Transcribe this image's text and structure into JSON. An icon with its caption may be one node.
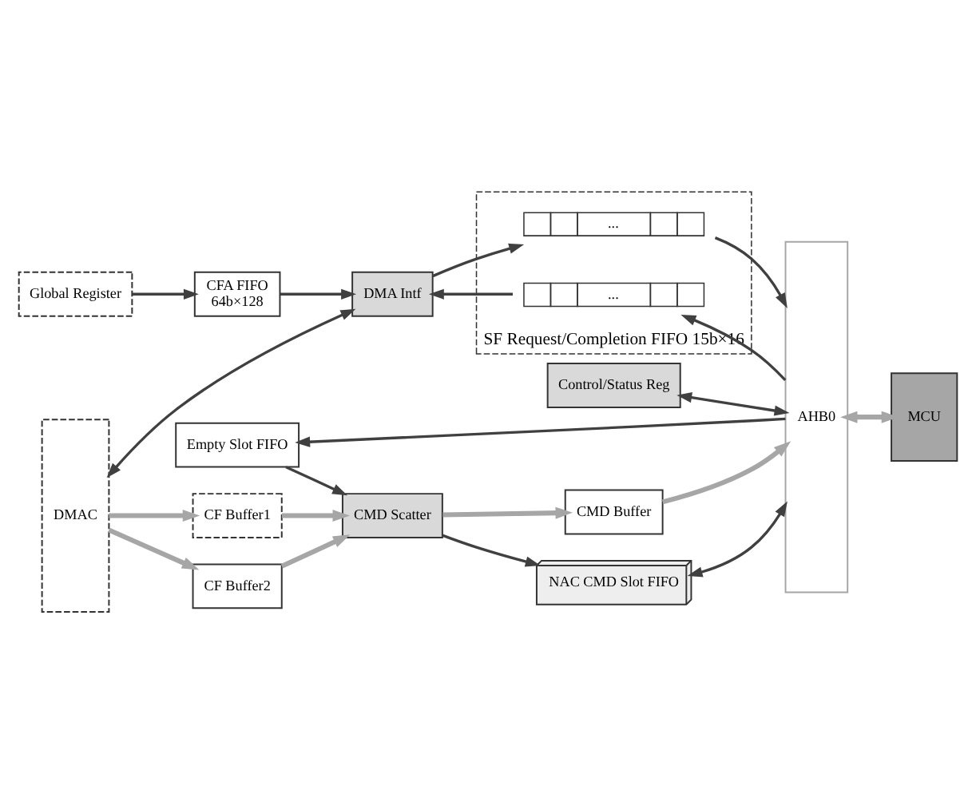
{
  "diagram": {
    "nodes": [
      {
        "text": [
          "Global Register"
        ]
      },
      {
        "text": [
          "CFA FIFO",
          "64b×128"
        ]
      },
      {
        "text": [
          "SF Request/Completion FIFO 15b×16"
        ]
      },
      {
        "text": [
          "..."
        ],
        "in": 2
      },
      {
        "text": [
          "..."
        ],
        "in": 2
      },
      {
        "text": [
          "Control/Status Reg"
        ]
      },
      {
        "text": [
          "DMAC"
        ]
      },
      {
        "text": [
          "DMA Intf"
        ]
      },
      {
        "text": [
          "Empty Slot FIFO"
        ]
      },
      {
        "text": [
          "AHB0"
        ]
      },
      {
        "text": [
          "CF Buffer1"
        ]
      },
      {
        "text": [
          "CF Buffer2"
        ]
      },
      {
        "text": [
          "CMD Scatter"
        ]
      },
      {
        "text": [
          "CMD Buffer"
        ]
      },
      {
        "text": [
          "MCU"
        ]
      },
      {
        "text": [
          "NAC CMD Slot FIFO"
        ]
      }
    ],
    "edges": [
      {
        "from": 0,
        "to": 1,
        "arrow": "to"
      },
      {
        "from": 1,
        "to": 7,
        "arrow": "to"
      },
      {
        "from": 6,
        "to": 7,
        "arrow": "both"
      },
      {
        "from": 7,
        "to": 3,
        "arrow": "to"
      },
      {
        "from": 4,
        "to": 7,
        "arrow": "to"
      },
      {
        "from": 3,
        "to": 9,
        "arrow": "to"
      },
      {
        "from": 9,
        "to": 4,
        "arrow": "to"
      },
      {
        "from": 5,
        "to": 9,
        "arrow": "both"
      },
      {
        "from": 9,
        "to": 8,
        "arrow": "to"
      },
      {
        "from": 8,
        "to": 12,
        "arrow": "to"
      },
      {
        "from": 6,
        "to": 10,
        "arrow": "to",
        "color": "#a6a6a6"
      },
      {
        "from": 6,
        "to": 11,
        "arrow": "to",
        "color": "#a6a6a6"
      },
      {
        "from": 10,
        "to": 12,
        "arrow": "to",
        "color": "#a6a6a6"
      },
      {
        "from": 11,
        "to": 12,
        "arrow": "to",
        "color": "#a6a6a6"
      },
      {
        "from": 12,
        "to": 13,
        "arrow": "to",
        "color": "#a6a6a6"
      },
      {
        "from": 13,
        "to": 9,
        "arrow": "to",
        "color": "#a6a6a6"
      },
      {
        "from": 9,
        "to": 14,
        "arrow": "both",
        "color": "#a6a6a6"
      },
      {
        "from": 12,
        "to": 15,
        "arrow": "to"
      },
      {
        "from": 15,
        "to": 9,
        "arrow": "both"
      }
    ]
  }
}
